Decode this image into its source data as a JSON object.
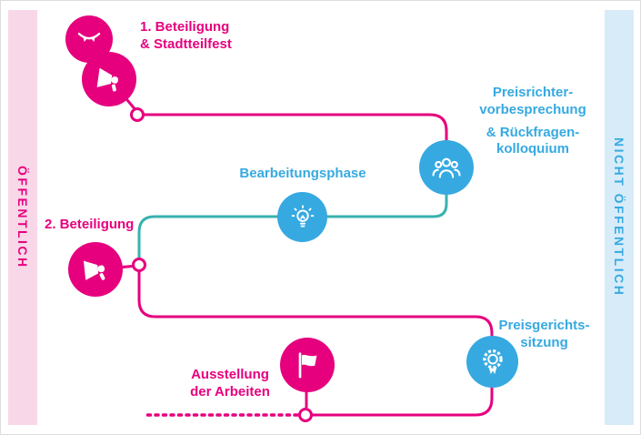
{
  "diagram": {
    "left_band": {
      "label": "ÖFFENTLICH",
      "color": "#e6007e",
      "background": "#f8d7e8"
    },
    "right_band": {
      "label": "NICHT ÖFFENTLICH",
      "color": "#36a9e1",
      "background": "#d7ecf8"
    },
    "colors": {
      "pink": "#e6007e",
      "blue": "#36a9e1",
      "teal": "#38b2ae"
    },
    "steps": {
      "participation1": {
        "line1": "1. Beteiligung",
        "line2": "& Stadtteilfest",
        "icons": [
          "garland-icon",
          "megaphone-icon"
        ],
        "color": "#e6007e"
      },
      "jury_briefing": {
        "line1": "Preisrichter-",
        "line2": "vorbesprechung",
        "line3": "& Rückfragen-",
        "line4": "kolloquium",
        "icon": "people-group-icon",
        "color": "#36a9e1"
      },
      "working_phase": {
        "label": "Bearbeitungsphase",
        "icon": "lightbulb-icon",
        "color": "#36a9e1"
      },
      "participation2": {
        "label": "2. Beteiligung",
        "icon": "megaphone-icon",
        "color": "#e6007e"
      },
      "jury_session": {
        "line1": "Preisgerichts-",
        "line2": "sitzung",
        "icon": "medal-icon",
        "color": "#36a9e1"
      },
      "exhibition": {
        "line1": "Ausstellung",
        "line2": "der Arbeiten",
        "icon": "flag-icon",
        "color": "#e6007e"
      }
    }
  }
}
